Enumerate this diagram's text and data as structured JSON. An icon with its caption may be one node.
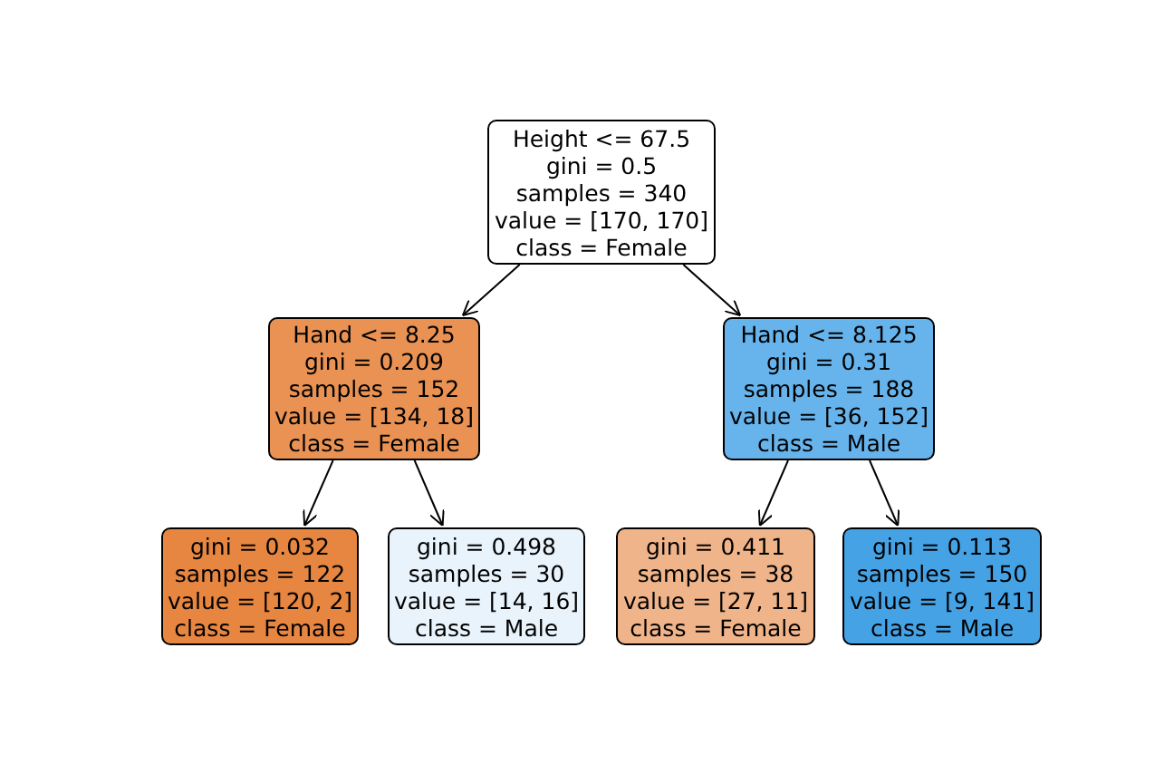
{
  "diagram": {
    "nodes": [
      {
        "text": [
          "Height <= 67.5",
          "gini = 0.5",
          "samples = 340",
          "value = [170, 170]",
          "class = Female"
        ]
      },
      {
        "text": [
          "Hand <= 8.25",
          "gini = 0.209",
          "samples = 152",
          "value = [134, 18]",
          "class = Female"
        ]
      },
      {
        "text": [
          "gini = 0.032",
          "samples = 122",
          "value = [120, 2]",
          "class = Female"
        ]
      },
      {
        "text": [
          "gini = 0.498",
          "samples = 30",
          "value = [14, 16]",
          "class = Male"
        ]
      },
      {
        "text": [
          "Hand <= 8.125",
          "gini = 0.31",
          "samples = 188",
          "value = [36, 152]",
          "class = Male"
        ]
      },
      {
        "text": [
          "gini = 0.411",
          "samples = 38",
          "value = [27, 11]",
          "class = Female"
        ]
      },
      {
        "text": [
          "gini = 0.113",
          "samples = 150",
          "value = [9, 141]",
          "class = Male"
        ]
      }
    ],
    "edges": [
      {
        "from": 0,
        "to": 1,
        "arrow": "to"
      },
      {
        "from": 1,
        "to": 2,
        "arrow": "to"
      },
      {
        "from": 1,
        "to": 3,
        "arrow": "to"
      },
      {
        "from": 0,
        "to": 4,
        "arrow": "to"
      },
      {
        "from": 4,
        "to": 5,
        "arrow": "to"
      },
      {
        "from": 4,
        "to": 6,
        "arrow": "to"
      }
    ]
  }
}
